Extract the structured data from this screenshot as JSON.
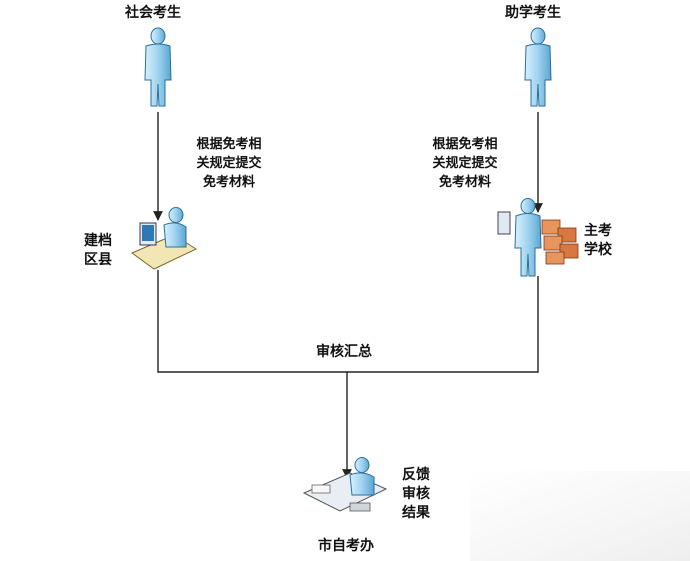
{
  "nodes": {
    "social_candidate": "社会考生",
    "assisted_candidate": "助学考生",
    "county": [
      "建档",
      "区县"
    ],
    "main_school": [
      "主考",
      "学校"
    ],
    "city_office": "市自考办"
  },
  "edges": {
    "left_submit": [
      "根据免考相",
      "关规定提交",
      "免考材料"
    ],
    "right_submit": [
      "根据免考相",
      "关规定提交",
      "免考材料"
    ],
    "summary": "审核汇总",
    "feedback": [
      "反馈",
      "审核",
      "结果"
    ]
  },
  "colors": {
    "person_fill": "#a9d8f2",
    "person_stroke": "#2b6f9c",
    "line": "#222222"
  }
}
